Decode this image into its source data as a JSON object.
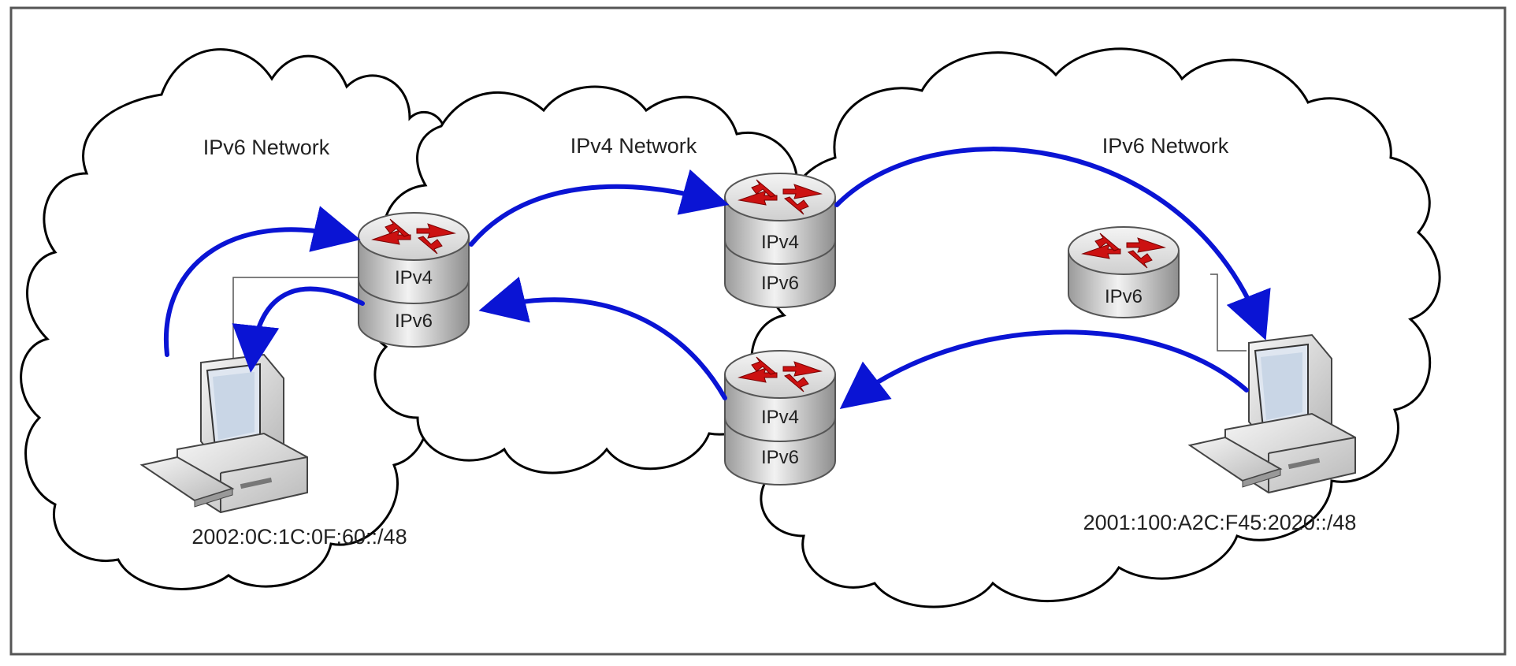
{
  "networks": {
    "left": {
      "label": "IPv6 Network",
      "address": "2002:0C:1C:0F:60::/48"
    },
    "center": {
      "label": "IPv4 Network"
    },
    "right": {
      "label": "IPv6 Network",
      "address": "2001:100:A2C:F45:2020::/48"
    }
  },
  "routers": {
    "left_dual": {
      "top_label": "IPv4",
      "bottom_label": "IPv6"
    },
    "center_top_dual": {
      "top_label": "IPv4",
      "bottom_label": "IPv6"
    },
    "center_bottom_dual": {
      "top_label": "IPv4",
      "bottom_label": "IPv6"
    },
    "right_ipv6": {
      "label": "IPv6"
    }
  },
  "colors": {
    "arrow": "#0a14d4",
    "router_arrows": "#cc1111",
    "router_body": "#d4d4d4",
    "cloud_stroke": "#000000"
  },
  "icons": [
    "router-icon",
    "computer-icon",
    "cloud-shape"
  ]
}
